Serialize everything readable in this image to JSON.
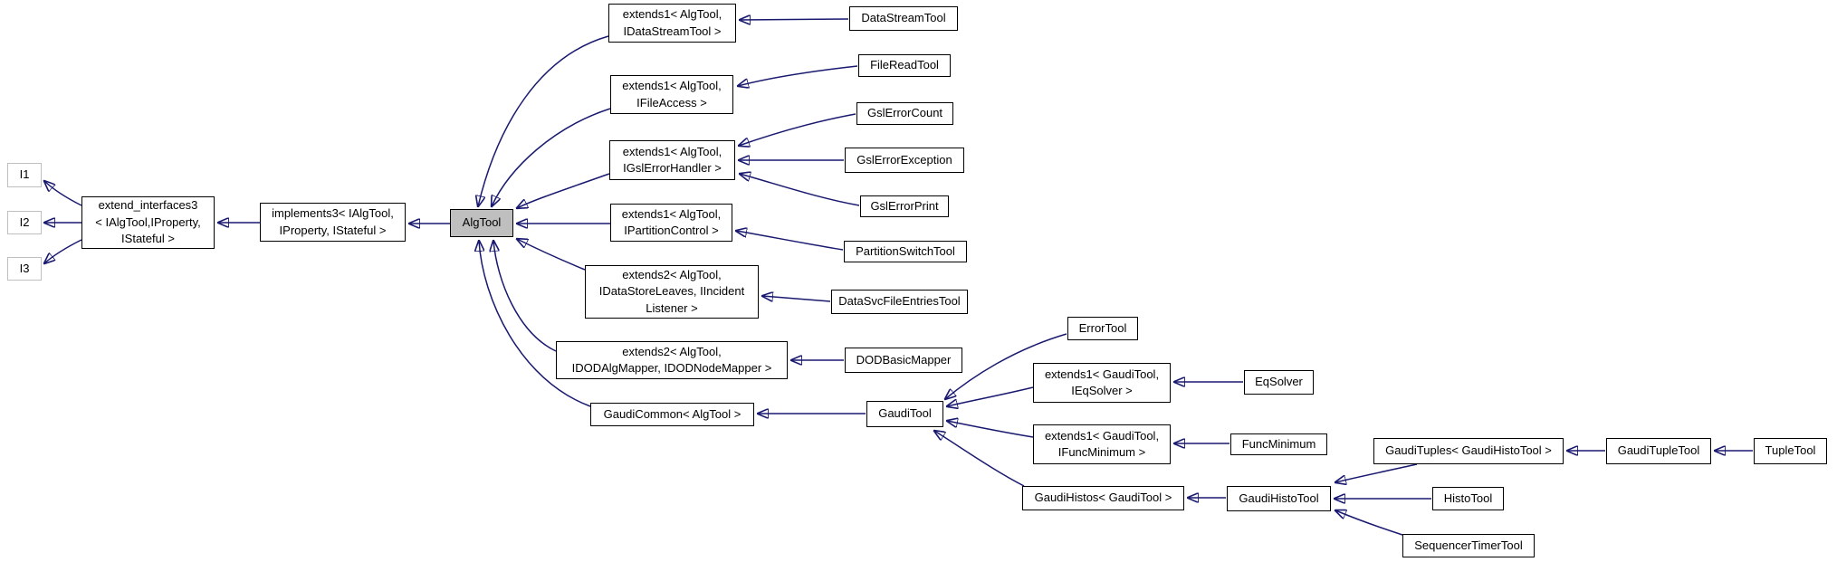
{
  "diagram": {
    "colors": {
      "background": "#ffffff",
      "edge": "#191970",
      "node_fill": "#ffffff",
      "node_border": "#000000",
      "highlight_node_fill": "#bfbfbf",
      "external_node_border": "#bfbfbf",
      "text": "#000000"
    },
    "nodes": {
      "i1": {
        "label": "I1"
      },
      "i2": {
        "label": "I2"
      },
      "i3": {
        "label": "I3"
      },
      "extend_interfaces3": {
        "label": "extend_interfaces3\n< IAlgTool,IProperty,\nIStateful >"
      },
      "implements3": {
        "label": "implements3< IAlgTool,\nIProperty, IStateful >"
      },
      "algtool": {
        "label": "AlgTool",
        "highlighted": true
      },
      "ext1_idatastreamtool": {
        "label": "extends1< AlgTool,\nIDataStreamTool >"
      },
      "datastreamtool": {
        "label": "DataStreamTool"
      },
      "ext1_ifileaccess": {
        "label": "extends1< AlgTool,\nIFileAccess >"
      },
      "filereadtool": {
        "label": "FileReadTool"
      },
      "gslerrorcount": {
        "label": "GslErrorCount"
      },
      "ext1_igslerrorhandler": {
        "label": "extends1< AlgTool,\nIGslErrorHandler >"
      },
      "gslerrorexception": {
        "label": "GslErrorException"
      },
      "gslerrorprint": {
        "label": "GslErrorPrint"
      },
      "ext1_ipartitioncontrol": {
        "label": "extends1< AlgTool,\nIPartitionControl >"
      },
      "partitionswitchtool": {
        "label": "PartitionSwitchTool"
      },
      "ext2_idatastoreleaves": {
        "label": "extends2< AlgTool,\nIDataStoreLeaves, IIncident\nListener >"
      },
      "datasvcfileentriestool": {
        "label": "DataSvcFileEntriesTool"
      },
      "ext2_idodalgmapper": {
        "label": "extends2< AlgTool,\nIDODAlgMapper, IDODNodeMapper >"
      },
      "dodbasicmapper": {
        "label": "DODBasicMapper"
      },
      "gaudicommon": {
        "label": "GaudiCommon< AlgTool >"
      },
      "gauditool": {
        "label": "GaudiTool"
      },
      "errortool": {
        "label": "ErrorTool"
      },
      "ext1_ieqsolver": {
        "label": "extends1< GaudiTool,\nIEqSolver >"
      },
      "eqsolver": {
        "label": "EqSolver"
      },
      "ext1_ifuncminimum": {
        "label": "extends1< GaudiTool,\nIFuncMinimum >"
      },
      "funcminimum": {
        "label": "FuncMinimum"
      },
      "gaudihistos": {
        "label": "GaudiHistos< GaudiTool >"
      },
      "gaudihistotool": {
        "label": "GaudiHistoTool"
      },
      "gaudituples": {
        "label": "GaudiTuples< GaudiHistoTool >"
      },
      "gauditupletool": {
        "label": "GaudiTupleTool"
      },
      "tupletool": {
        "label": "TupleTool"
      },
      "histotool": {
        "label": "HistoTool"
      },
      "sequencertimertool": {
        "label": "SequencerTimerTool"
      }
    },
    "edges": [
      {
        "derived": "extend_interfaces3",
        "base": "i1"
      },
      {
        "derived": "extend_interfaces3",
        "base": "i2"
      },
      {
        "derived": "extend_interfaces3",
        "base": "i3"
      },
      {
        "derived": "implements3",
        "base": "extend_interfaces3"
      },
      {
        "derived": "algtool",
        "base": "implements3"
      },
      {
        "derived": "ext1_idatastreamtool",
        "base": "algtool"
      },
      {
        "derived": "datastreamtool",
        "base": "ext1_idatastreamtool"
      },
      {
        "derived": "ext1_ifileaccess",
        "base": "algtool"
      },
      {
        "derived": "filereadtool",
        "base": "ext1_ifileaccess"
      },
      {
        "derived": "ext1_igslerrorhandler",
        "base": "algtool"
      },
      {
        "derived": "gslerrorcount",
        "base": "ext1_igslerrorhandler"
      },
      {
        "derived": "gslerrorexception",
        "base": "ext1_igslerrorhandler"
      },
      {
        "derived": "gslerrorprint",
        "base": "ext1_igslerrorhandler"
      },
      {
        "derived": "ext1_ipartitioncontrol",
        "base": "algtool"
      },
      {
        "derived": "partitionswitchtool",
        "base": "ext1_ipartitioncontrol"
      },
      {
        "derived": "ext2_idatastoreleaves",
        "base": "algtool"
      },
      {
        "derived": "datasvcfileentriestool",
        "base": "ext2_idatastoreleaves"
      },
      {
        "derived": "ext2_idodalgmapper",
        "base": "algtool"
      },
      {
        "derived": "dodbasicmapper",
        "base": "ext2_idodalgmapper"
      },
      {
        "derived": "gaudicommon",
        "base": "algtool"
      },
      {
        "derived": "gauditool",
        "base": "gaudicommon"
      },
      {
        "derived": "errortool",
        "base": "gauditool"
      },
      {
        "derived": "ext1_ieqsolver",
        "base": "gauditool"
      },
      {
        "derived": "eqsolver",
        "base": "ext1_ieqsolver"
      },
      {
        "derived": "ext1_ifuncminimum",
        "base": "gauditool"
      },
      {
        "derived": "funcminimum",
        "base": "ext1_ifuncminimum"
      },
      {
        "derived": "gaudihistos",
        "base": "gauditool"
      },
      {
        "derived": "gaudihistotool",
        "base": "gaudihistos"
      },
      {
        "derived": "gaudituples",
        "base": "gaudihistotool"
      },
      {
        "derived": "gauditupletool",
        "base": "gaudituples"
      },
      {
        "derived": "tupletool",
        "base": "gauditupletool"
      },
      {
        "derived": "histotool",
        "base": "gaudihistotool"
      },
      {
        "derived": "sequencertimertool",
        "base": "gaudihistotool"
      }
    ]
  }
}
